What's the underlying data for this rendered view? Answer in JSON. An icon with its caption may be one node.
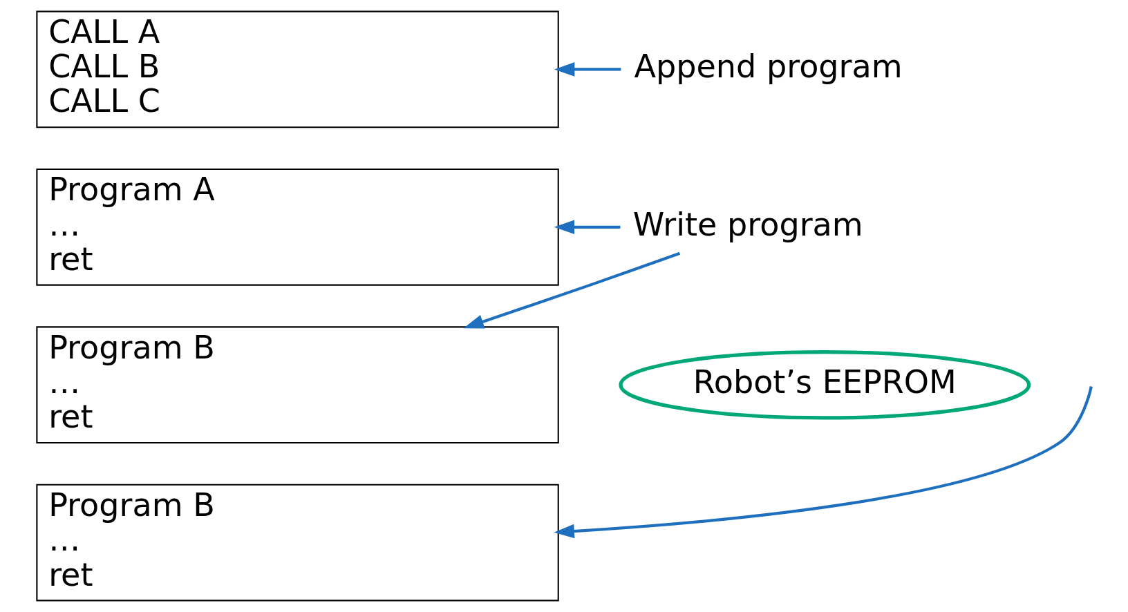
{
  "diagram": {
    "nodes": [
      {
        "text": [
          "CALL A",
          "CALL B",
          "CALL C"
        ]
      },
      {
        "text": [
          "Program A",
          "…",
          "ret"
        ]
      },
      {
        "text": [
          "Program B",
          "…",
          "ret"
        ]
      },
      {
        "text": [
          "Program B",
          "…",
          "ret"
        ]
      },
      {
        "text": [
          "Write program"
        ]
      },
      {
        "text": [
          "Append program"
        ]
      },
      {
        "text": [
          "Robot’s EEPROM"
        ]
      }
    ],
    "edges": [
      {
        "from": 4,
        "to": 1,
        "arrow": "to"
      },
      {
        "from": 4,
        "to": 2,
        "arrow": "to"
      },
      {
        "from": null,
        "to": 3,
        "arrow": "to"
      },
      {
        "from": 5,
        "to": 0,
        "arrow": "to"
      }
    ]
  }
}
